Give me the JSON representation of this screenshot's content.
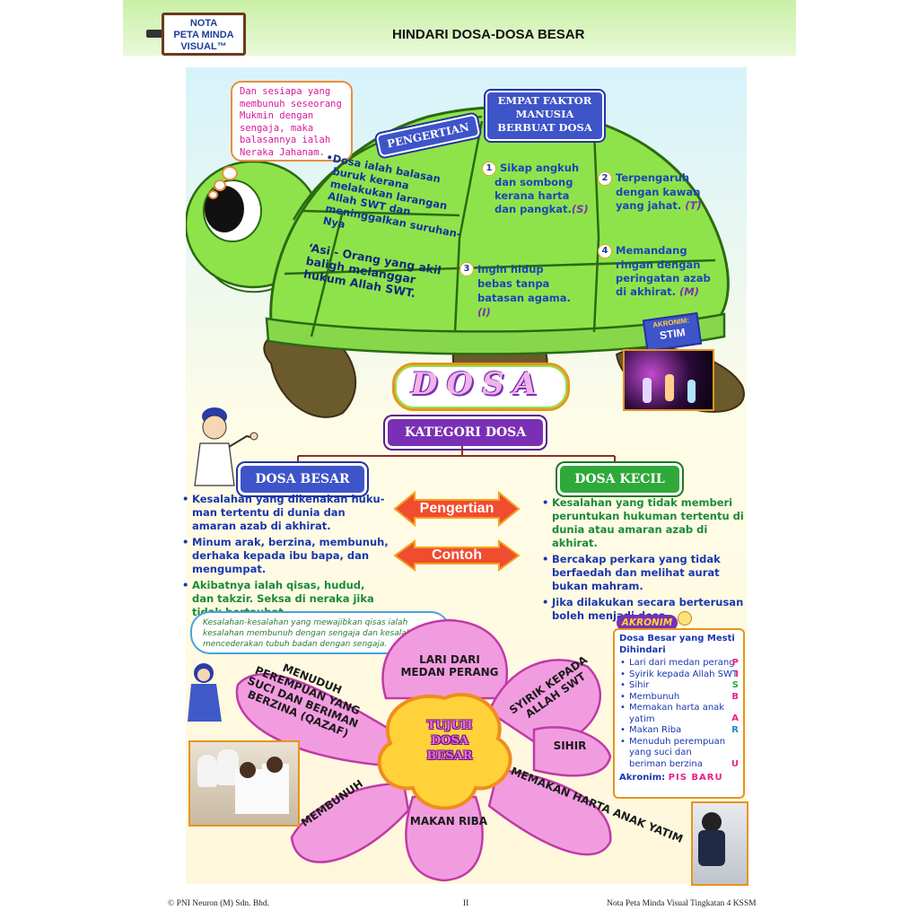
{
  "header": {
    "badge_line1": "NOTA",
    "badge_line2": "PETA MINDA",
    "badge_line3": "VISUAL™",
    "title": "HINDARI DOSA-DOSA BESAR"
  },
  "thought_bubble": {
    "line1": "Dan sesiapa yang",
    "line2": "membunuh seseorang",
    "line3": "Mukmin dengan",
    "line4": "sengaja, maka",
    "line5": "balasannya ialah",
    "line6": "Neraka Jahanam."
  },
  "turtle": {
    "pengertian_label": "PENGERTIAN",
    "faktor_label_line1": "EMPAT FAKTOR",
    "faktor_label_line2": "MANUSIA",
    "faktor_label_line3": "BERBUAT DOSA",
    "definition_1": [
      "•Dosa ialah balasan",
      "buruk kerana",
      "melakukan larangan",
      "Allah SWT dan",
      "meninggalkan suruhan-",
      "Nya"
    ],
    "definition_2": [
      "‘Asi - Orang yang akil",
      "baligh melanggar",
      "hukum Allah SWT."
    ],
    "factors": [
      {
        "num": "1",
        "lines": [
          "Sikap angkuh",
          "dan sombong",
          "kerana harta",
          "dan pangkat."
        ],
        "letter": "(S)"
      },
      {
        "num": "2",
        "lines": [
          "Terpengaruh",
          "dengan kawan",
          "yang jahat."
        ],
        "letter": "(T)"
      },
      {
        "num": "3",
        "lines": [
          "Ingin hidup",
          "bebas tanpa",
          "batasan agama."
        ],
        "letter": "(I)"
      },
      {
        "num": "4",
        "lines": [
          "Memandang",
          "ringan dengan",
          "peringatan azab",
          "di akhirat."
        ],
        "letter": "(M)"
      }
    ],
    "akronim_label": "AKRONIM:",
    "akronim_value": "STIM"
  },
  "dosa_title": "DOSA",
  "kategori": "KATEGORI DOSA",
  "dosa_besar": {
    "label": "DOSA BESAR",
    "bullets": [
      "Kesalahan yang dikenakan huku- man tertentu di dunia dan amaran azab di akhirat.",
      "Minum arak, berzina, membunuh, derhaka kepada ibu bapa, dan mengumpat.",
      "Akibatnya ialah qisas, hudud, dan takzir. Seksa di neraka jika tidak bertaubat."
    ]
  },
  "dosa_kecil": {
    "label": "DOSA KECIL",
    "bullets": [
      "Kesalahan yang tidak memberi peruntukan hukuman tertentu di dunia atau amaran azab di akhirat.",
      "Bercakap perkara yang tidak berfaedah dan melihat aurat bukan mahram.",
      "Jika dilakukan secara berterusan boleh menjadi dosa."
    ]
  },
  "arrows": {
    "pengertian": "Pengertian",
    "contoh": "Contoh"
  },
  "qisas_note": {
    "line1": "Kesalahan-kesalahan yang mewajibkan qisas ialah",
    "line2": "kesalahan membunuh dengan sengaja dan kesalahan",
    "line3": "mencederakan tubuh badan dengan sengaja."
  },
  "flower": {
    "center_line1": "TUJUH",
    "center_line2": "DOSA",
    "center_line3": "BESAR",
    "petals": {
      "lari": [
        "LARI DARI",
        "MEDAN PERANG"
      ],
      "syirik": [
        "SYIRIK KEPADA",
        "ALLAH SWT"
      ],
      "sihir": [
        "SIHIR"
      ],
      "harta": [
        "MEMAKAN HARTA ANAK YATIM"
      ],
      "riba": [
        "MAKAN RIBA"
      ],
      "membunuh": [
        "MEMBUNUH"
      ],
      "menuduh": [
        "MENUDUH",
        "PEREMPUAN YANG",
        "SUCI DAN BERIMAN",
        "BERZINA (QAZAF)"
      ]
    }
  },
  "akronim_box": {
    "tag": "AKRONIM",
    "heading_line1": "Dosa Besar yang Mesti",
    "heading_line2": "Dihindari",
    "items": [
      {
        "text": "Lari dari medan perang",
        "letter": "P"
      },
      {
        "text": "Syirik kepada Allah SWT",
        "letter": "I"
      },
      {
        "text": "Sihir",
        "letter": "S"
      },
      {
        "text": "Membunuh",
        "letter": "B"
      },
      {
        "text": "Memakan harta anak yatim",
        "letter": "A"
      },
      {
        "text": "Makan Riba",
        "letter": "R"
      },
      {
        "text": "Menuduh perempuan yang suci dan beriman berzina",
        "letter": "U"
      }
    ],
    "footer_label": "Akronim:",
    "footer_value": "PIS BARU"
  },
  "footer": {
    "left": "© PNI Neuron (M) Sdn. Bhd.",
    "center": "II",
    "right": "Nota Peta Minda Visual Tingkatan 4 KSSM"
  },
  "colors": {
    "shell_green": "#8fe34a",
    "blue_label": "#3e54c9",
    "purple_label": "#7a2fb5",
    "green_label": "#2fa93a",
    "pink_petal": "#f29ce0",
    "accent_orange": "#e98d3e"
  }
}
